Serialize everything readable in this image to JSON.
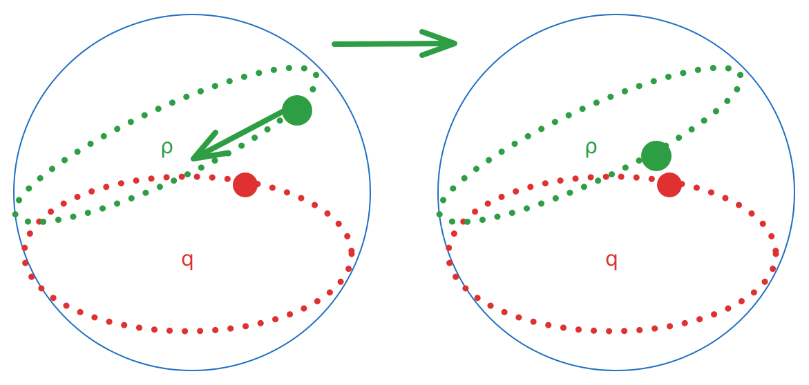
{
  "colors": {
    "sphere": "#1f6fc4",
    "green": "#2e9e44",
    "red": "#e03131"
  },
  "left_panel": {
    "green_label": "ρ",
    "red_label": "q"
  },
  "right_panel": {
    "green_label": "ρ",
    "red_label": "q"
  }
}
